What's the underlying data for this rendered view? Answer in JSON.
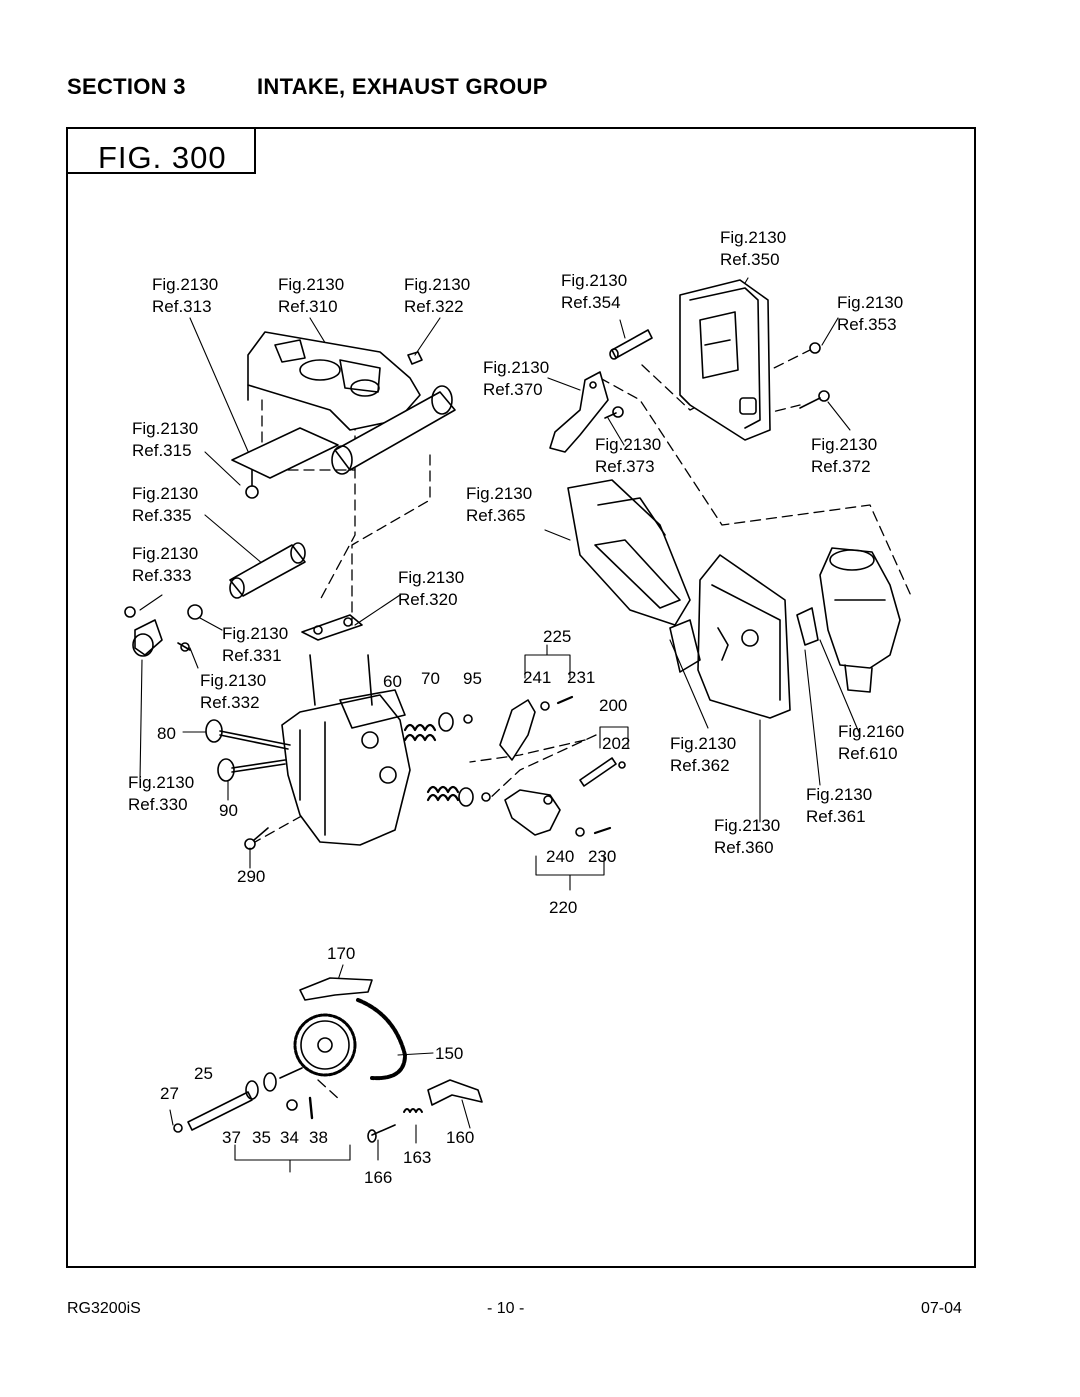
{
  "header": {
    "section": "SECTION 3",
    "title": "INTAKE, EXHAUST GROUP"
  },
  "figure_title": "FIG. 300",
  "callouts": {
    "c350": [
      "Fig.2130",
      "Ref.350"
    ],
    "c313": [
      "Fig.2130",
      "Ref.313"
    ],
    "c310": [
      "Fig.2130",
      "Ref.310"
    ],
    "c322": [
      "Fig.2130",
      "Ref.322"
    ],
    "c354": [
      "Fig.2130",
      "Ref.354"
    ],
    "c353": [
      "Fig.2130",
      "Ref.353"
    ],
    "c370": [
      "Fig.2130",
      "Ref.370"
    ],
    "c315": [
      "Fig.2130",
      "Ref.315"
    ],
    "c373": [
      "Fig.2130",
      "Ref.373"
    ],
    "c372": [
      "Fig.2130",
      "Ref.372"
    ],
    "c335": [
      "Fig.2130",
      "Ref.335"
    ],
    "c365": [
      "Fig.2130",
      "Ref.365"
    ],
    "c333": [
      "Fig.2130",
      "Ref.333"
    ],
    "c320": [
      "Fig.2130",
      "Ref.320"
    ],
    "c331": [
      "Fig.2130",
      "Ref.331"
    ],
    "c332": [
      "Fig.2130",
      "Ref.332"
    ],
    "c330": [
      "Fig.2130",
      "Ref.330"
    ],
    "c362": [
      "Fig.2130",
      "Ref.362"
    ],
    "c610": [
      "Fig.2160",
      "Ref.610"
    ],
    "c361": [
      "Fig.2130",
      "Ref.361"
    ],
    "c360": [
      "Fig.2130",
      "Ref.360"
    ]
  },
  "numbers": {
    "n225": "225",
    "n241": "241",
    "n231": "231",
    "n60": "60",
    "n70": "70",
    "n95": "95",
    "n200": "200",
    "n202": "202",
    "n80": "80",
    "n90": "90",
    "n290": "290",
    "n240": "240",
    "n230": "230",
    "n220": "220",
    "n170": "170",
    "n150": "150",
    "n25": "25",
    "n27": "27",
    "n37": "37",
    "n35": "35",
    "n34": "34",
    "n38": "38",
    "n160": "160",
    "n163": "163",
    "n166": "166"
  },
  "footer": {
    "model": "RG3200iS",
    "page": "- 10 -",
    "date": "07-04"
  }
}
